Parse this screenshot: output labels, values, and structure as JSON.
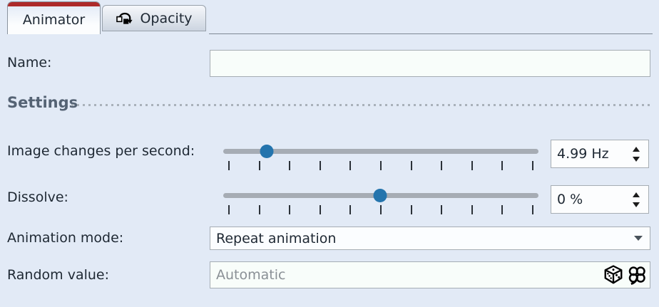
{
  "tabs": [
    {
      "label": "Animator",
      "active": true
    },
    {
      "label": "Opacity",
      "active": false,
      "icon": "animation-icon"
    }
  ],
  "form": {
    "name": {
      "label": "Name:",
      "value": ""
    },
    "settings_header": "Settings",
    "image_changes": {
      "label": "Image changes per second:",
      "value": "4.99 Hz",
      "slider_percent": 13.8,
      "tick_count": 11
    },
    "dissolve": {
      "label": "Dissolve:",
      "value": "0 %",
      "slider_percent": 49.8,
      "tick_count": 11
    },
    "animation_mode": {
      "label": "Animation mode:",
      "value": "Repeat animation"
    },
    "random_value": {
      "label": "Random value:",
      "value": "",
      "placeholder": "Automatic",
      "icons": [
        "dice-icon",
        "clover-icon"
      ]
    }
  },
  "colors": {
    "active_tab_accent": "#ad2a2a",
    "slider_thumb": "#2474ad",
    "panel_background": "#e2eaf6"
  }
}
